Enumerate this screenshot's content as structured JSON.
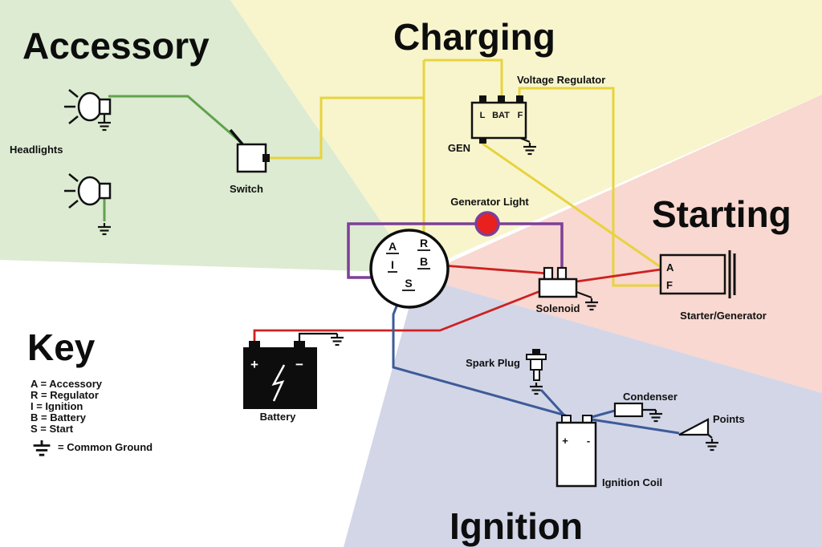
{
  "sections": {
    "accessory": "Accessory",
    "charging": "Charging",
    "starting": "Starting",
    "ignition": "Ignition",
    "key": "Key"
  },
  "labels": {
    "headlights": "Headlights",
    "switch": "Switch",
    "voltage_regulator": "Voltage Regulator",
    "gen": "GEN",
    "generator_light": "Generator Light",
    "solenoid": "Solenoid",
    "starter_generator": "Starter/Generator",
    "battery": "Battery",
    "spark_plug": "Spark Plug",
    "condenser": "Condenser",
    "points": "Points",
    "ignition_coil": "Ignition Coil"
  },
  "regulator_terminals": {
    "l": "L",
    "bat": "BAT",
    "f": "F"
  },
  "starter_terminals": {
    "a": "A",
    "f": "F"
  },
  "battery_terminals": {
    "plus": "+",
    "minus": "−"
  },
  "coil_terminals": {
    "plus": "+",
    "minus": "-"
  },
  "key_switch": {
    "a": "A",
    "i": "I",
    "r": "R",
    "b": "B",
    "s": "S"
  },
  "legend": {
    "a": "A = Accessory",
    "r": "R = Regulator",
    "i": "I = Ignition",
    "b": "B = Battery",
    "s": "S = Start",
    "ground": "= Common Ground"
  },
  "colors": {
    "accessory_bg": "#dcebd2",
    "charging_bg": "#f8f5cd",
    "starting_bg": "#f8d8d0",
    "ignition_bg": "#d3d6e7",
    "wire_green": "#61a24c",
    "wire_yellow": "#e7d33e",
    "wire_purple": "#7d3f98",
    "wire_red": "#cc2222",
    "wire_blue": "#3d5b99",
    "indicator_red": "#e8201e"
  }
}
